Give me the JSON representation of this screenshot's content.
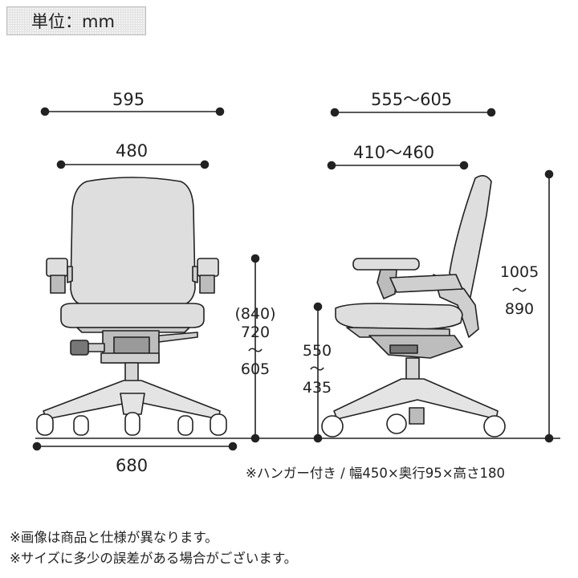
{
  "unit_label": "単位：mm",
  "dimensions": {
    "front_total_width": "595",
    "front_seat_width": "480",
    "front_armrest_height": [
      "(840)",
      "720",
      "～",
      "605"
    ],
    "base_width": "680",
    "side_total_depth": "555～605",
    "side_seat_depth": "410～460",
    "side_seat_height": [
      "550",
      "～",
      "435"
    ],
    "side_total_height": [
      "1005",
      "～",
      "890"
    ]
  },
  "notes": {
    "hanger": "※ハンガー付き / 幅450×奥行95×高さ180",
    "image_note": "※画像は商品と仕様が異なります。",
    "size_note": "※サイズに多少の誤差がある場合がございます。"
  }
}
